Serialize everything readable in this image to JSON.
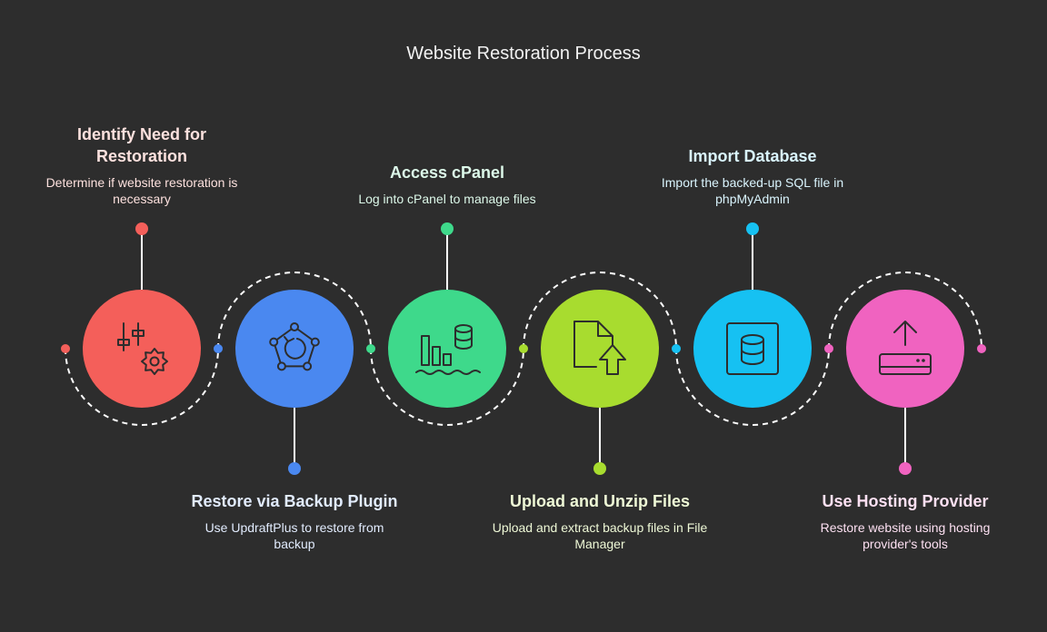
{
  "title": "Website Restoration Process",
  "steps": [
    {
      "title": "Identify Need for Restoration",
      "description": "Determine if website restoration is necessary",
      "color": "#f45f5a",
      "text_color": "#fde1de",
      "icon": "sliders-gear-icon",
      "position": "top"
    },
    {
      "title": "Restore via Backup Plugin",
      "description": "Use UpdraftPlus to restore from backup",
      "color": "#4a88f0",
      "text_color": "#e1ebfd",
      "icon": "pentagon-refresh-icon",
      "position": "bottom"
    },
    {
      "title": "Access cPanel",
      "description": "Log into cPanel to manage files",
      "color": "#3ed98b",
      "text_color": "#dcf8e9",
      "icon": "bar-chart-database-icon",
      "position": "top"
    },
    {
      "title": "Upload and Unzip Files",
      "description": "Upload and extract backup files in File Manager",
      "color": "#a8dc2f",
      "text_color": "#eef8d6",
      "icon": "file-upload-icon",
      "position": "bottom"
    },
    {
      "title": "Import Database",
      "description": "Import the backed-up SQL file in phpMyAdmin",
      "color": "#16c1f2",
      "text_color": "#d9f4fd",
      "icon": "database-icon",
      "position": "top"
    },
    {
      "title": "Use Hosting Provider",
      "description": "Restore website using hosting provider's tools",
      "color": "#f063c0",
      "text_color": "#fde0f2",
      "icon": "server-upload-icon",
      "position": "bottom"
    }
  ]
}
